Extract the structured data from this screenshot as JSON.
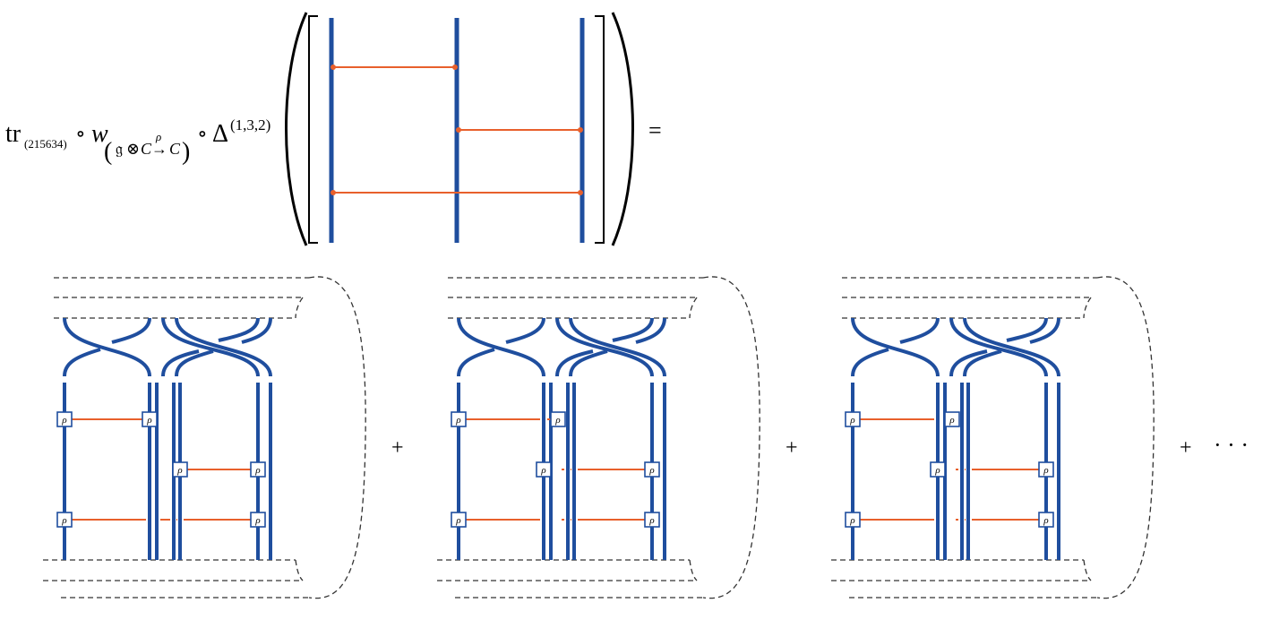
{
  "formula": {
    "tr": "tr",
    "tr_sub": "(215634)",
    "circ": "∘",
    "w": "w",
    "w_frak": "𝔤",
    "otimes": "⊗",
    "C1": "C",
    "rho_over": "ρ",
    "arrow": "→",
    "C2": "C",
    "paren_open": "(",
    "paren_close": ")",
    "Delta": "Δ",
    "Delta_sup": "(1,3,2)",
    "equals": "="
  },
  "terms": [
    {
      "label": "ρ",
      "operator": "+"
    },
    {
      "label": "ρ",
      "operator": "+"
    },
    {
      "label": "ρ",
      "operator": "+"
    }
  ],
  "ellipsis": "· · ·",
  "colors": {
    "strand": "#1f4e9e",
    "chord": "#e8602c",
    "dashed": "#333333",
    "box_fill": "#ffffff"
  }
}
